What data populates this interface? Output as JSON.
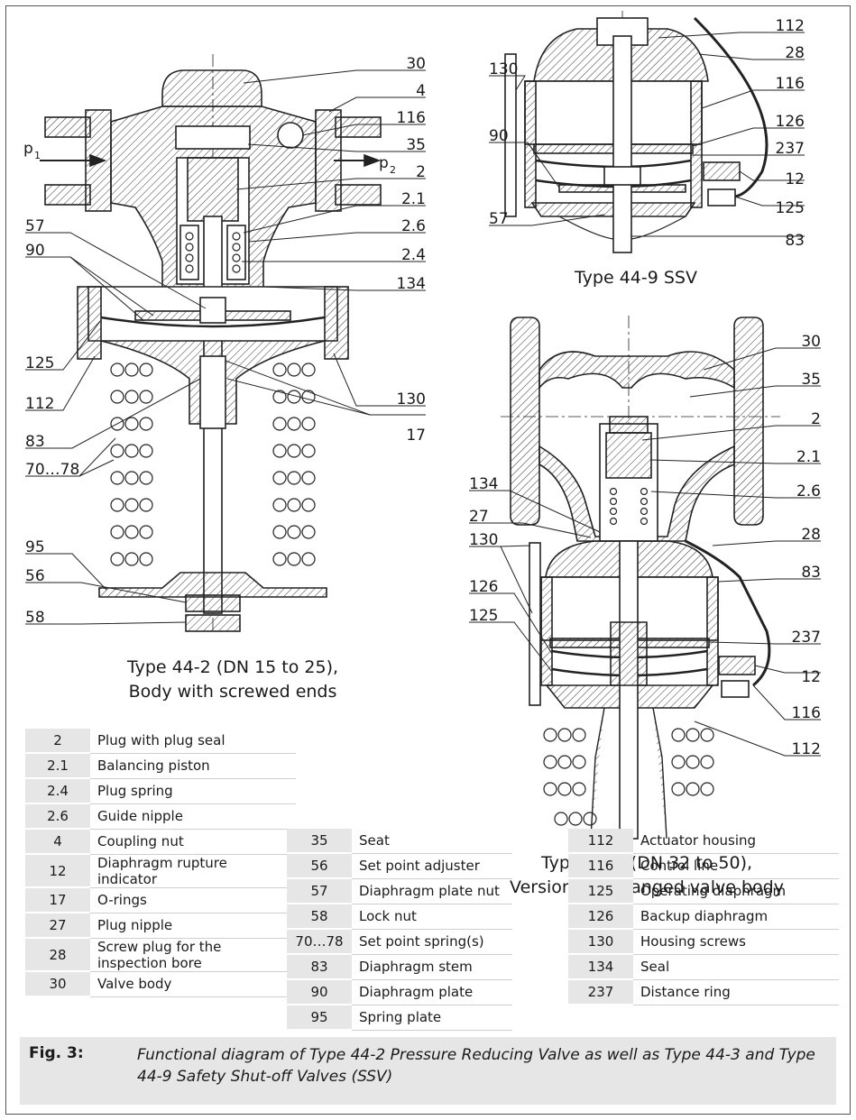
{
  "diagram_42": {
    "labels_right": [
      "30",
      "4",
      "116",
      "35",
      "2",
      "2.1",
      "2.6",
      "2.4",
      "134",
      "130",
      "17"
    ],
    "labels_left": [
      "57",
      "90",
      "125",
      "112",
      "83",
      "70…78",
      "95",
      "56",
      "58"
    ],
    "p1": "p",
    "p1_sub": "1",
    "p2": "p",
    "p2_sub": "2",
    "caption_line1": "Type 44-2 (DN 15 to 25),",
    "caption_line2": "Body with screwed ends"
  },
  "diagram_49": {
    "labels_right": [
      "112",
      "28",
      "116",
      "126",
      "237",
      "12",
      "125",
      "83"
    ],
    "labels_left": [
      "130",
      "90",
      "57"
    ],
    "caption": "Type 44-9 SSV"
  },
  "diagram_43": {
    "labels_right": [
      "30",
      "35",
      "2",
      "2.1",
      "2.6",
      "28",
      "83",
      "237",
      "12",
      "116",
      "112"
    ],
    "labels_left": [
      "134",
      "27",
      "130",
      "126",
      "125"
    ],
    "caption_line1": "Type 44-3 (DN 32 to 50),",
    "caption_line2": "Version with flanged valve body"
  },
  "legend": {
    "col1": [
      {
        "num": "2",
        "desc": "Plug with plug seal"
      },
      {
        "num": "2.1",
        "desc": "Balancing piston"
      },
      {
        "num": "2.4",
        "desc": "Plug spring"
      },
      {
        "num": "2.6",
        "desc": "Guide nipple"
      },
      {
        "num": "4",
        "desc": "Coupling nut"
      },
      {
        "num": "12",
        "desc": "Diaphragm rupture indicator"
      },
      {
        "num": "17",
        "desc": "O-rings"
      },
      {
        "num": "27",
        "desc": "Plug nipple"
      },
      {
        "num": "28",
        "desc": "Screw plug for the inspection bore"
      },
      {
        "num": "30",
        "desc": "Valve body"
      }
    ],
    "col2": [
      {
        "num": "35",
        "desc": "Seat"
      },
      {
        "num": "56",
        "desc": "Set point adjuster"
      },
      {
        "num": "57",
        "desc": "Diaphragm plate nut"
      },
      {
        "num": "58",
        "desc": "Lock nut"
      },
      {
        "num": "70…78",
        "desc": "Set point spring(s)"
      },
      {
        "num": "83",
        "desc": "Diaphragm stem"
      },
      {
        "num": "90",
        "desc": "Diaphragm plate"
      },
      {
        "num": "95",
        "desc": "Spring plate"
      }
    ],
    "col3": [
      {
        "num": "112",
        "desc": "Actuator housing"
      },
      {
        "num": "116",
        "desc": "Control line"
      },
      {
        "num": "125",
        "desc": "Operating diaphragm"
      },
      {
        "num": "126",
        "desc": "Backup diaphragm"
      },
      {
        "num": "130",
        "desc": "Housing screws"
      },
      {
        "num": "134",
        "desc": "Seal"
      },
      {
        "num": "237",
        "desc": "Distance ring"
      }
    ]
  },
  "figure": {
    "label": "Fig. 3:",
    "text": "Functional diagram of Type 44-2 Pressure Reducing Valve as well as Type 44-3 and Type 44-9 Safety Shut-off Valves (SSV)"
  }
}
